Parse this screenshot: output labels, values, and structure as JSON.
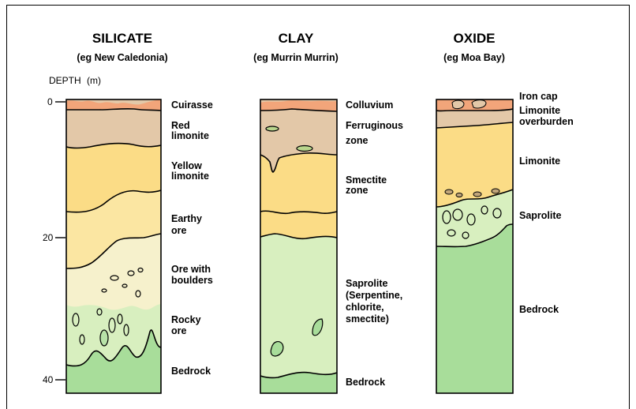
{
  "columns": [
    {
      "title": "SILICATE",
      "subtitle": "(eg New Caledonia)",
      "layers": [
        {
          "label": [
            "Cuirasse"
          ],
          "color": "#f2a57a"
        },
        {
          "label": [
            "Red",
            "limonite"
          ],
          "color": "#e3c8a8"
        },
        {
          "label": [
            "Yellow",
            "limonite"
          ],
          "color": "#fbdc86"
        },
        {
          "label": [
            "Earthy",
            "ore"
          ],
          "color": "#fbe6a2"
        },
        {
          "label": [
            "Ore with",
            "boulders"
          ],
          "color": "#f6f1cc"
        },
        {
          "label": [
            "Rocky",
            "ore"
          ],
          "color": "#d8efbf"
        },
        {
          "label": [
            "Bedrock"
          ],
          "color": "#a8dd9a"
        }
      ]
    },
    {
      "title": "CLAY",
      "subtitle": "(eg Murrin Murrin)",
      "layers": [
        {
          "label": [
            "Colluvium"
          ],
          "color": "#f2a57a"
        },
        {
          "label": [
            "Ferruginous",
            "zone"
          ],
          "color": "#e3c8a8"
        },
        {
          "label": [
            "Smectite",
            "zone"
          ],
          "color": "#fbdc86"
        },
        {
          "label": [
            "Saprolite",
            "(Serpentine,",
            "chlorite,",
            "smectite)"
          ],
          "color": "#d8efbf"
        },
        {
          "label": [
            "Bedrock"
          ],
          "color": "#a8dd9a"
        }
      ]
    },
    {
      "title": "OXIDE",
      "subtitle": "(eg Moa Bay)",
      "layers": [
        {
          "label": [
            "Iron cap"
          ],
          "color": "#f2a57a"
        },
        {
          "label": [
            "Limonite",
            "overburden"
          ],
          "color": "#e3c8a8"
        },
        {
          "label": [
            "Limonite"
          ],
          "color": "#fbdc86"
        },
        {
          "label": [
            "Saprolite"
          ],
          "color": "#d8efbf"
        },
        {
          "label": [
            "Bedrock"
          ],
          "color": "#a8dd9a"
        }
      ]
    }
  ],
  "depth_axis": {
    "label": "DEPTH",
    "unit": "(m)",
    "ticks": [
      "0",
      "20",
      "40"
    ]
  }
}
